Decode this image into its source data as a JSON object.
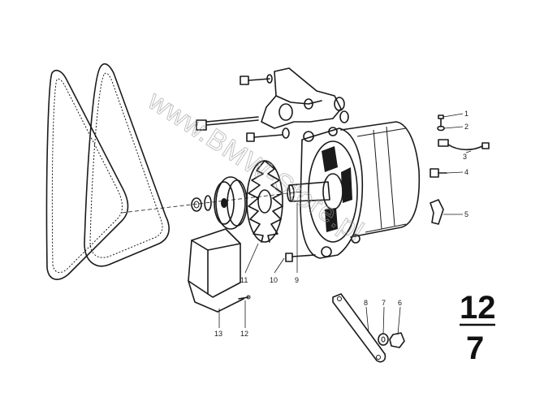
{
  "watermark": "www.BMW-Store.pl",
  "section": {
    "top": "12",
    "bottom": "7"
  },
  "callouts": [
    {
      "id": "1",
      "label": "1"
    },
    {
      "id": "2",
      "label": "2"
    },
    {
      "id": "3",
      "label": "3"
    },
    {
      "id": "4",
      "label": "4"
    },
    {
      "id": "5",
      "label": "5"
    },
    {
      "id": "6",
      "label": "6"
    },
    {
      "id": "7",
      "label": "7"
    },
    {
      "id": "8",
      "label": "8"
    },
    {
      "id": "9",
      "label": "9"
    },
    {
      "id": "10",
      "label": "10"
    },
    {
      "id": "11",
      "label": "11"
    },
    {
      "id": "12",
      "label": "12"
    },
    {
      "id": "13",
      "label": "13"
    }
  ]
}
